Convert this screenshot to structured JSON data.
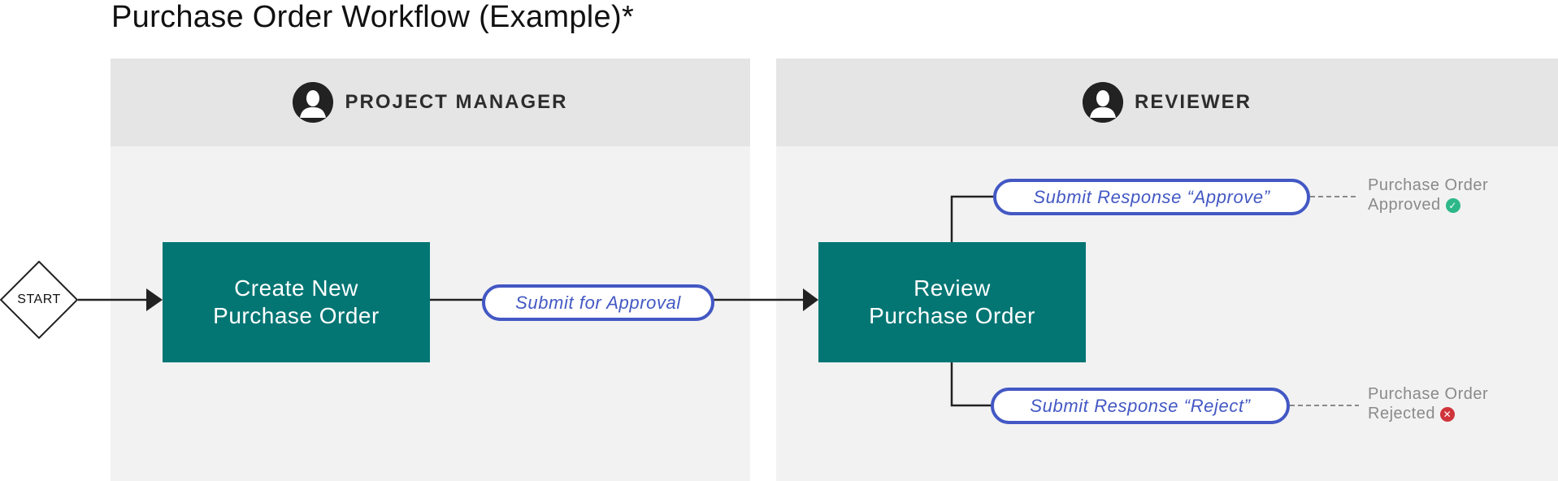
{
  "title": "Purchase Order Workflow (Example)*",
  "lanes": [
    {
      "label": "PROJECT MANAGER",
      "icon": "user-avatar-icon"
    },
    {
      "label": "REVIEWER",
      "icon": "user-avatar-icon"
    }
  ],
  "start": {
    "label": "START"
  },
  "tasks": {
    "create": {
      "line1": "Create New",
      "line2": "Purchase Order"
    },
    "review": {
      "line1": "Review",
      "line2": "Purchase Order"
    }
  },
  "actions": {
    "submit": "Submit for Approval",
    "approve": "Submit Response “Approve”",
    "reject": "Submit Response “Reject”"
  },
  "outcomes": {
    "approved": {
      "line1": "Purchase Order",
      "line2": "Approved",
      "icon": "check-circle-icon"
    },
    "rejected": {
      "line1": "Purchase Order",
      "line2": "Rejected",
      "icon": "x-circle-icon"
    }
  },
  "colors": {
    "task_fill": "#037674",
    "action_border": "#4358c4",
    "approved": "#2eb88a",
    "rejected": "#d0343b"
  }
}
